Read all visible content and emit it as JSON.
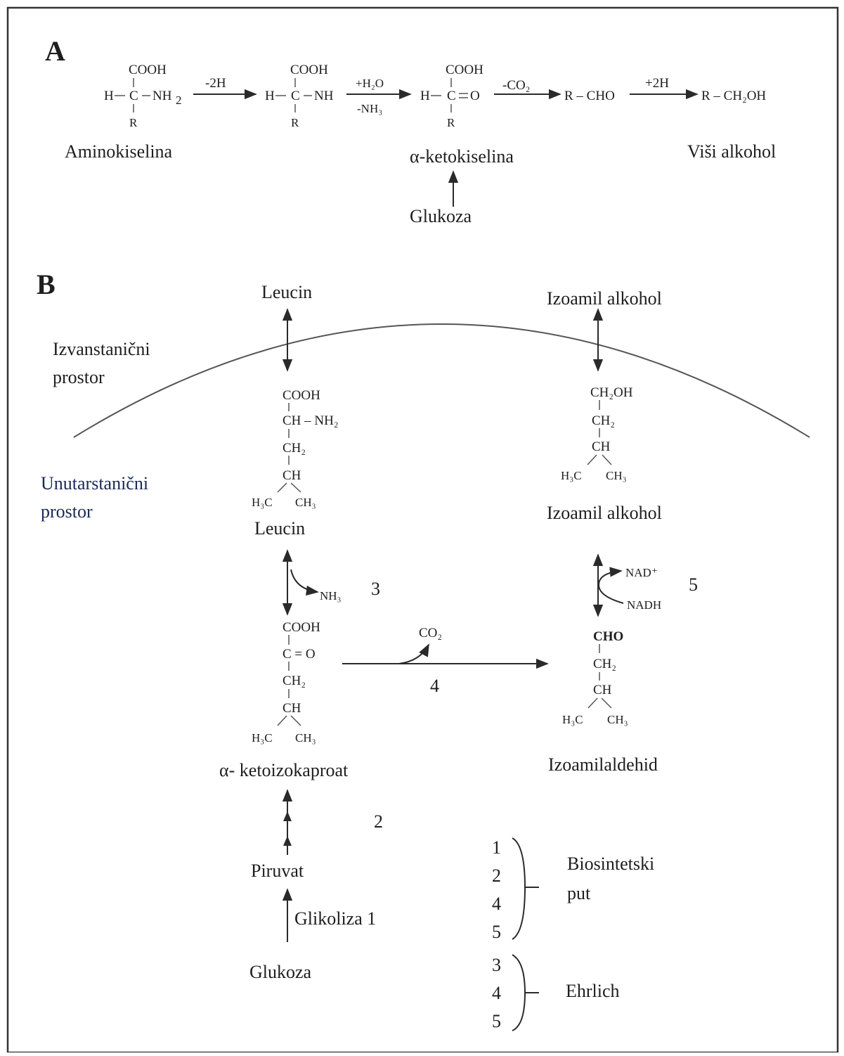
{
  "panelA": {
    "label": "A",
    "col1": {
      "top": "COOH",
      "left": "H",
      "center": "C",
      "right": "NH",
      "right_sub": "2",
      "bottom": "R"
    },
    "col2": {
      "top": "COOH",
      "left": "H",
      "center": "C",
      "right": "NH",
      "bottom": "R"
    },
    "col3": {
      "top": "COOH",
      "left": "H",
      "center": "C",
      "right": "O",
      "bottom": "R"
    },
    "aldehyde": "R – CHO",
    "alcohol": "R – CH₂OH",
    "arrow1": "-2H",
    "arrow2_top": "+H₂O",
    "arrow2_bottom": "-NH₃",
    "arrow3": "-CO₂",
    "arrow4": "+2H",
    "name_amino": "Aminokiselina",
    "name_keto": "α-ketokiselina",
    "name_alcohol": "Viši alkohol",
    "glucose": "Glukoza"
  },
  "panelB": {
    "label": "B",
    "leucin_out": "Leucin",
    "izoamil_out": "Izoamil alkohol",
    "extracellular_1": "Izvanstanični",
    "extracellular_2": "prostor",
    "intracellular_1": "Unutarstanični",
    "intracellular_2": "prostor",
    "leucin_struct": {
      "l1": "COOH",
      "l2": "CH – NH₂",
      "l3": "CH₂",
      "l4": "CH",
      "l5a": "H₃C",
      "l5b": "CH₃"
    },
    "leucin_in": "Leucin",
    "alcohol_struct": {
      "l1": "CH₂OH",
      "l2": "CH₂",
      "l3": "CH",
      "l4a": "H₃C",
      "l4b": "CH₃"
    },
    "izoamil_in": "Izoamil alkohol",
    "nh3": "NH₃",
    "step3": "3",
    "nad": "NAD⁺",
    "nadh": "NADH",
    "step5": "5",
    "keto_struct": {
      "l1": "COOH",
      "l2": "C = O",
      "l3": "CH₂",
      "l4": "CH",
      "l5a": "H₃C",
      "l5b": "CH₃"
    },
    "co2": "CO₂",
    "step4": "4",
    "ald_struct": {
      "l1": "CHO",
      "l2": "CH₂",
      "l3": "CH",
      "l4a": "H₃C",
      "l4b": "CH₃"
    },
    "keto_name": "α- ketoizokaproat",
    "ald_name": "Izoamilaldehid",
    "step2": "2",
    "piruvat": "Piruvat",
    "glikoliza": "Glikoliza 1",
    "glukoza": "Glukoza",
    "legend_bio_nums": [
      "1",
      "2",
      "4",
      "5"
    ],
    "legend_bio_1": "Biosintetski",
    "legend_bio_2": "put",
    "legend_ehr_nums": [
      "3",
      "4",
      "5"
    ],
    "legend_ehr": "Ehrlich"
  }
}
